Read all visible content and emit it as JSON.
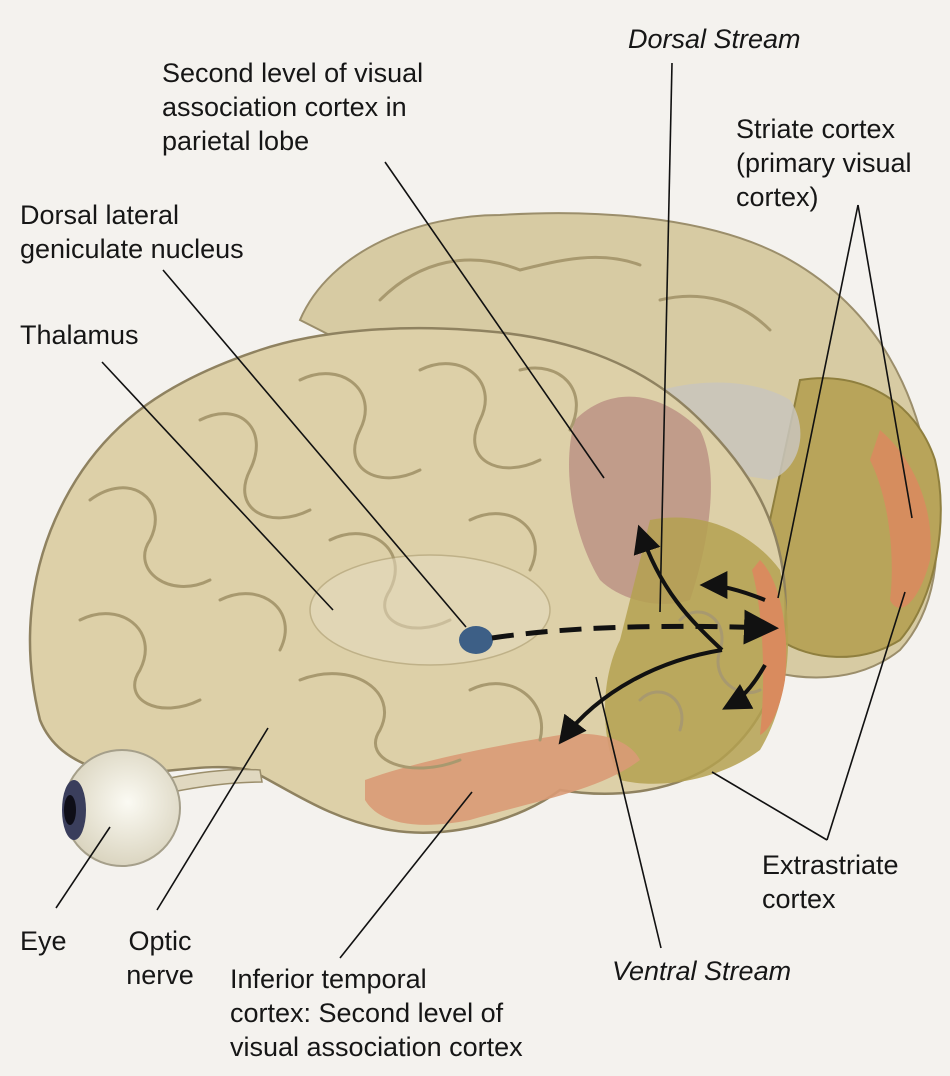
{
  "labels": {
    "dorsal_stream": "Dorsal Stream",
    "second_level_parietal": "Second level of visual\nassociation cortex in\nparietal lobe",
    "striate_cortex": "Striate cortex\n(primary visual\ncortex)",
    "dorsal_lgn": "Dorsal lateral\ngeniculate nucleus",
    "thalamus": "Thalamus",
    "extrastriate_cortex": "Extrastriate\ncortex",
    "eye": "Eye",
    "optic_nerve": "Optic\nnerve",
    "inferior_temporal": "Inferior temporal\ncortex: Second level of\nvisual association cortex",
    "ventral_stream": "Ventral Stream"
  },
  "colors": {
    "brain": "#ddd0a8",
    "parietal_region": "#b98d82",
    "extrastriate_region": "#b4a150",
    "striate_region": "#d98b5e",
    "temporal_region": "#d99a76",
    "lgn": "#3d5f86",
    "line": "#111111"
  }
}
